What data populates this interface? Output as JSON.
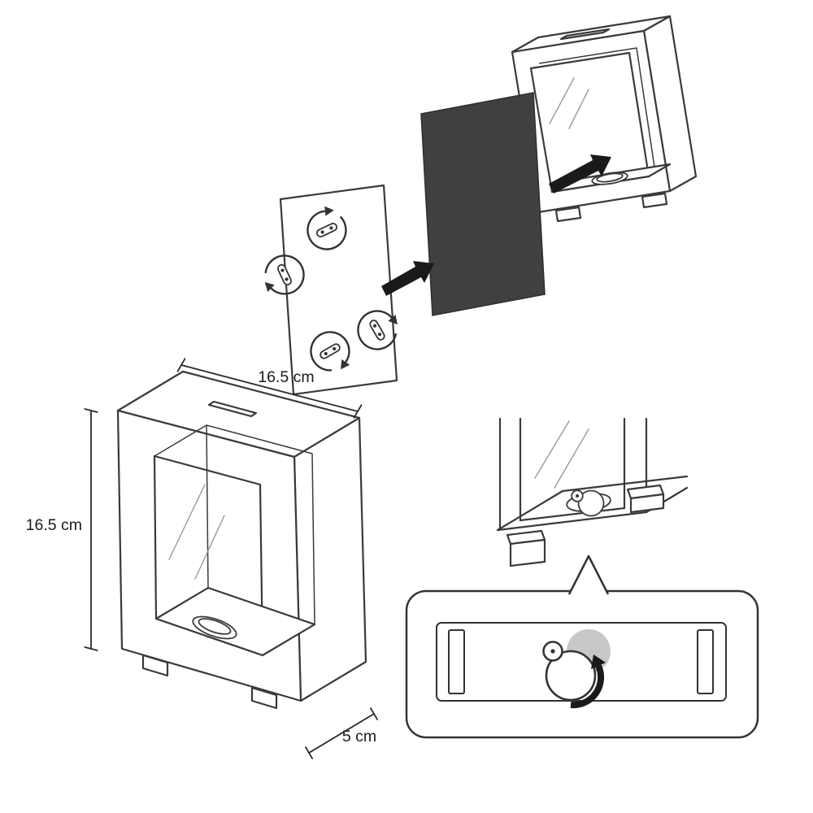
{
  "meta": {
    "description": "Exploded assembly and dimension diagram of a square shadow-box coin bank"
  },
  "labels": {
    "width": "16.5 cm",
    "height": "16.5 cm",
    "depth": "5 cm"
  },
  "colors": {
    "line": "#3a3a3a",
    "arrow": "#1a1a1a",
    "panel_dark": "#404040",
    "accent_gray": "#c8c8c8",
    "background": "#ffffff",
    "text": "#1a1a1a"
  },
  "parts": {
    "box": "shadow-box-frame",
    "backing_panel": "dark-backing-board",
    "clip_panel": "back-panel-with-rotating-clips",
    "detail": "bottom-coin-release-disc"
  }
}
